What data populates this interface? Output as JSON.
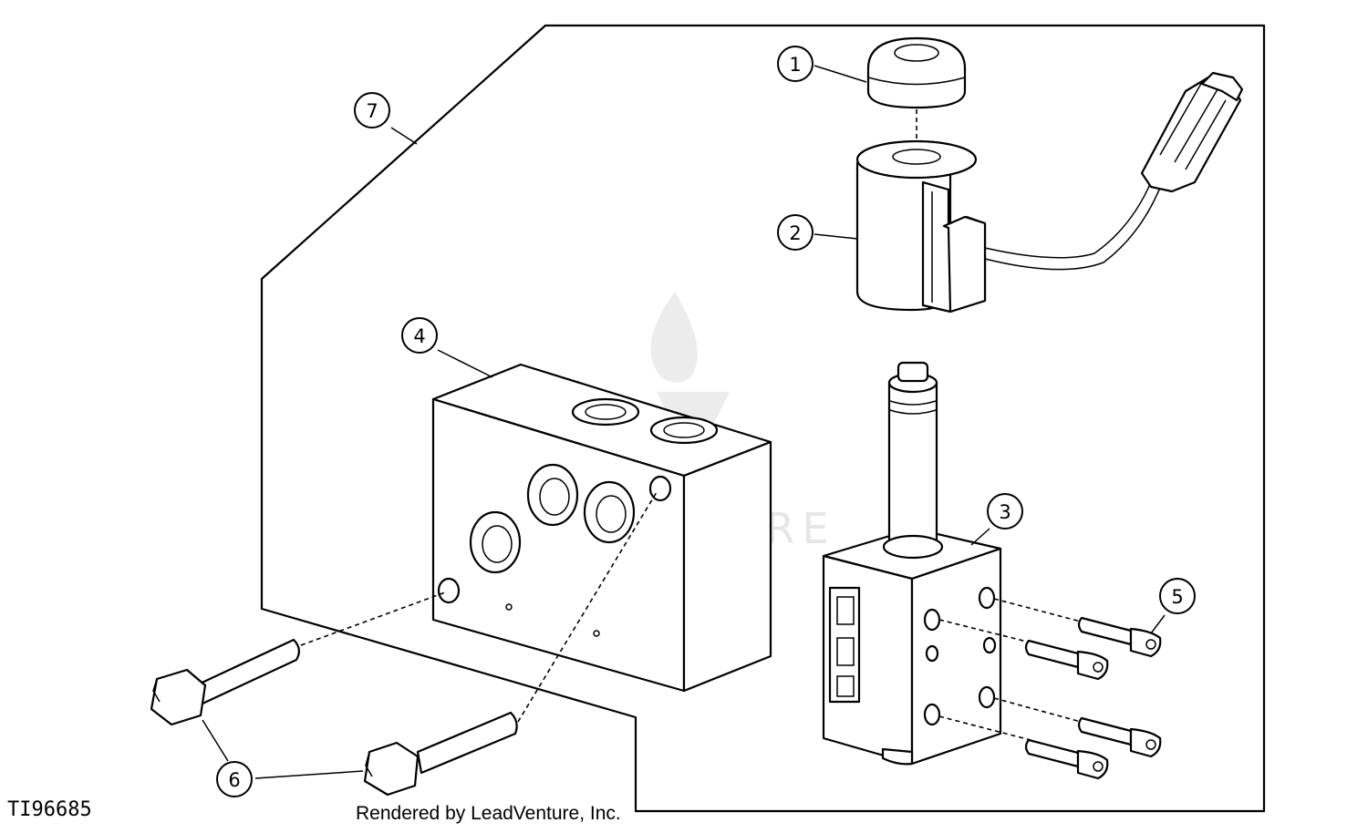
{
  "figure_id": "TI96685",
  "credit": "Rendered by LeadVenture, Inc.",
  "watermark": "LEADVENTURE",
  "callouts": [
    "1",
    "2",
    "3",
    "4",
    "5",
    "6",
    "7"
  ],
  "icons": [
    "cap-part",
    "solenoid-coil-part",
    "valve-cartridge-part",
    "valve-body-part",
    "cap-screw-part",
    "flange-bolt-part",
    "valve-assembly-outline"
  ]
}
